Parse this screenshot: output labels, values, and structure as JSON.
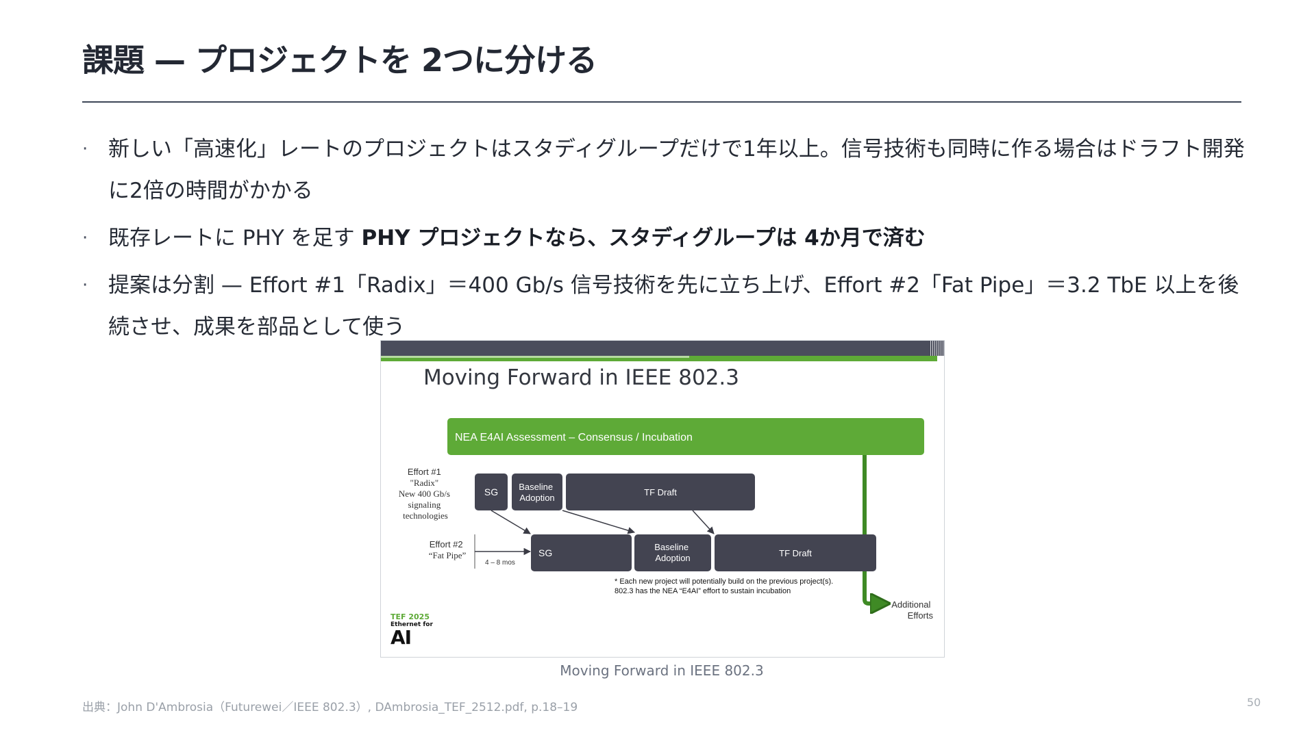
{
  "title": "課題 — プロジェクトを 2つに分ける",
  "bullet_marker": "·",
  "bullets": [
    {
      "text": "新しい「高速化」レートのプロジェクトはスタディグループだけで1年以上。信号技術も同時に作る場合はドラフト開発に2倍の時間がかかる"
    },
    {
      "text": "既存レートに PHY を足す ",
      "bold": "PHY プロジェクトなら、スタディグループは 4か月で済む"
    },
    {
      "text": "提案は分割 — Effort #1「Radix」＝400 Gb/s 信号技術を先に立ち上げ、Effort #2「Fat Pipe」＝3.2 TbE 以上を後続させ、成果を部品として使う"
    }
  ],
  "figure": {
    "title": "Moving Forward in IEEE 802.3",
    "banner": "NEA E4AI Assessment – Consensus / Incubation",
    "effort1": [
      "Effort #1",
      "\"Radix\"",
      "New 400 Gb/s",
      "signaling",
      "technologies"
    ],
    "effort2": [
      "Effort #2",
      "“Fat Pipe”"
    ],
    "boxes": {
      "sg": "SG",
      "baseline": [
        "Baseline",
        "Adoption"
      ],
      "tf_draft": "TF Draft"
    },
    "duration": "4 – 8 mos",
    "note": [
      "* Each new project will potentially build on the previous project(s).",
      "802.3 has the NEA “E4AI” effort to sustain incubation"
    ],
    "additional": [
      "Additional",
      "Efforts"
    ],
    "logo": {
      "line1": "TEF 2025",
      "line2": "Ethernet for",
      "line3": "AI"
    },
    "colors": {
      "green": "#5eaa37",
      "box": "#434451",
      "bar": "#4a4d5c"
    }
  },
  "caption": "Moving Forward in IEEE 802.3",
  "source": "出典：John D'Ambrosia（Futurewei／IEEE 802.3）, DAmbrosia_TEF_2512.pdf, p.18–19",
  "page_number": "50"
}
